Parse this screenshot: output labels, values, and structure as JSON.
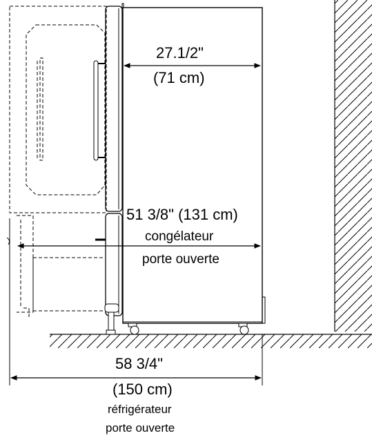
{
  "depth": {
    "inches": "27.1/2\"",
    "cm": "(71 cm)"
  },
  "freezer": {
    "dimension": "51 3/8\" (131 cm)",
    "label_line1": "congélateur",
    "label_line2": "porte ouverte"
  },
  "refrigerator": {
    "inches": "58 3/4\"",
    "cm": "(150 cm)",
    "label_line1": "réfrigérateur",
    "label_line2": "porte ouverte"
  },
  "colors": {
    "line": "#000000",
    "background": "#ffffff"
  }
}
